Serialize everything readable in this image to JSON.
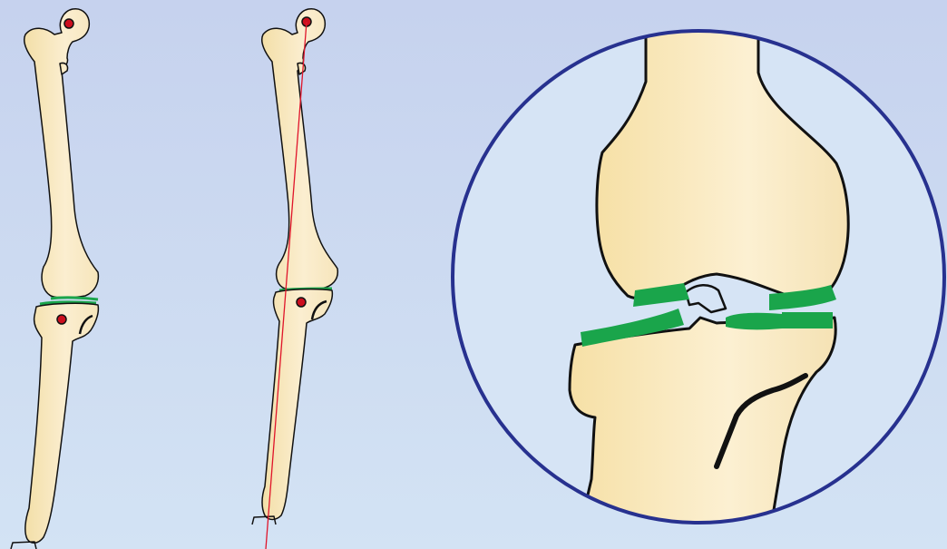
{
  "colors": {
    "background_top": "#c6d2ee",
    "background_bottom": "#d2e2f4",
    "bone_fill": "#f6e8bf",
    "bone_fill_light": "#fbf1d6",
    "bone_outline": "#111111",
    "cartilage": "#1aa54b",
    "mechanical_axis": "#e0142a",
    "landmark_dot": "#cc0f1f",
    "zoom_circle": "#27318f"
  },
  "panels": [
    {
      "id": "leg-left",
      "has_axis_line": false
    },
    {
      "id": "leg-middle",
      "has_axis_line": true
    },
    {
      "id": "knee-zoom",
      "has_axis_line": false
    }
  ]
}
